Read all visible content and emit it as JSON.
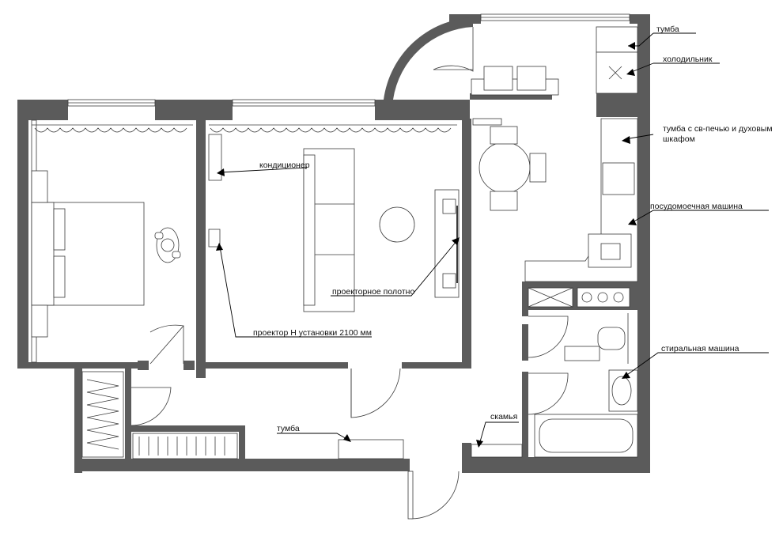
{
  "labels": {
    "tumba_top": "тумба",
    "fridge": "холодильник",
    "stove_line1": "тумба с св-печью и духовым",
    "stove_line2": "шкафом",
    "dishwasher": "посудомоечная машина",
    "air_conditioner": "кондиционер",
    "screen": "проекторное полотно",
    "projector": "проектор Н установки 2100 мм",
    "washing_machine": "стиральная машина",
    "bench": "скамья",
    "tumba_hall": "тумба"
  },
  "colors": {
    "wall": "#5b5b5b",
    "line": "#3a3a3a",
    "leader": "#000000"
  }
}
